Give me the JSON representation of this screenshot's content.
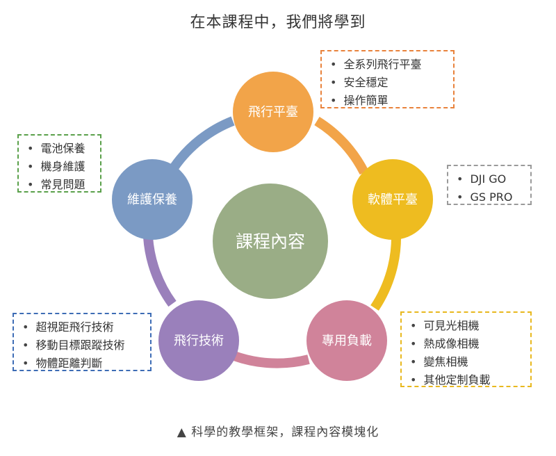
{
  "title": "在本課程中，我們將學到",
  "center": {
    "label": "課程內容",
    "color": "#9aad86"
  },
  "nodes": [
    {
      "id": "flight-platform",
      "label": "飛行平臺",
      "color": "#f2a449"
    },
    {
      "id": "software-platform",
      "label": "軟體平臺",
      "color": "#eebc20"
    },
    {
      "id": "payload",
      "label": "專用負載",
      "color": "#d0839a"
    },
    {
      "id": "flight-technique",
      "label": "飛行技術",
      "color": "#9a80bb"
    },
    {
      "id": "maintenance",
      "label": "維護保養",
      "color": "#7b9ac4"
    }
  ],
  "boxes": [
    {
      "id": "flight-platform",
      "border": "#e8823c",
      "items": [
        "全系列飛行平臺",
        "安全穩定",
        "操作簡單"
      ]
    },
    {
      "id": "software-platform",
      "border": "#9a9a9a",
      "items": [
        "DJI GO",
        "GS PRO"
      ]
    },
    {
      "id": "payload",
      "border": "#e8b81e",
      "items": [
        "可見光相機",
        "熱成像相機",
        "變焦相機",
        "其他定制負載"
      ]
    },
    {
      "id": "flight-technique",
      "border": "#3d6cb5",
      "items": [
        "超視距飛行技術",
        "移動目標跟蹤技術",
        "物體距離判斷"
      ]
    },
    {
      "id": "maintenance",
      "border": "#5aa04a",
      "items": [
        "電池保養",
        "機身維護",
        "常見問題"
      ]
    }
  ],
  "caption": "▲ 科學的教學框架，課程內容模塊化"
}
